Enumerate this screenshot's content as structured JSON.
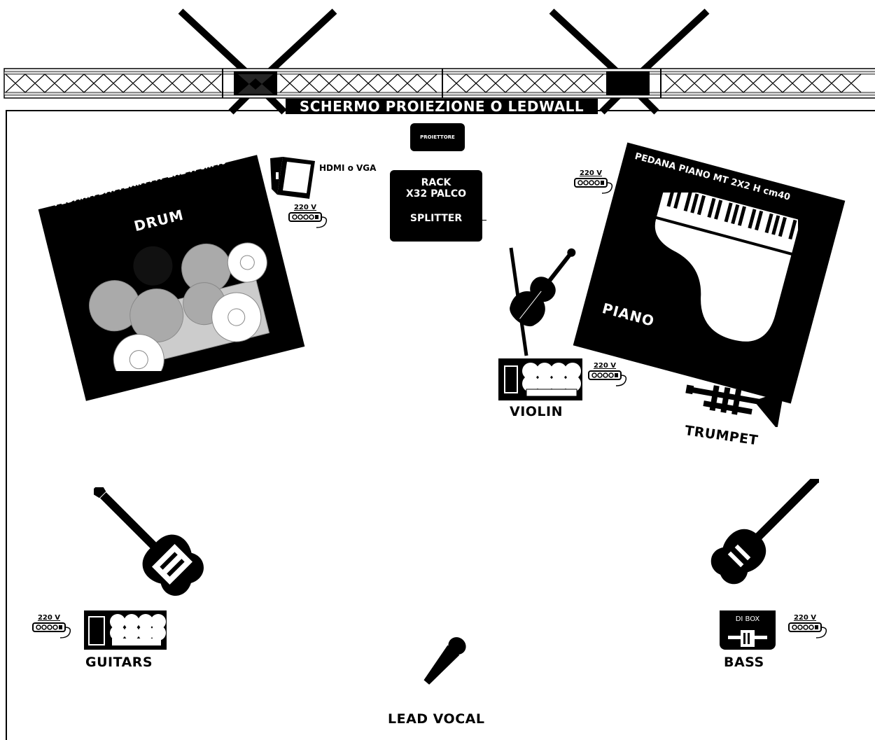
{
  "screen": {
    "label": "SCHERMO PROIEZIONE O LEDWALL"
  },
  "projector": {
    "label": "PROIETTORE"
  },
  "laptop": {
    "label": "HDMI o VGA"
  },
  "rack": {
    "line1": "RACK",
    "line2": "X32 PALCO",
    "line3": "SPLITTER"
  },
  "power": {
    "label": "220 V"
  },
  "drum_platform": {
    "title": "PEDANA BATTERIA MT 2X2 H cm40",
    "name": "DRUM"
  },
  "piano_platform": {
    "title": "PEDANA PIANO MT 2X2 H cm40",
    "name": "PIANO"
  },
  "sections": {
    "violin": "VIOLIN",
    "trumpet": "TRUMPET",
    "guitars": "GUITARS",
    "bass": "BASS",
    "lead_vocal": "LEAD VOCAL"
  },
  "di_box": {
    "label": "DI BOX"
  }
}
